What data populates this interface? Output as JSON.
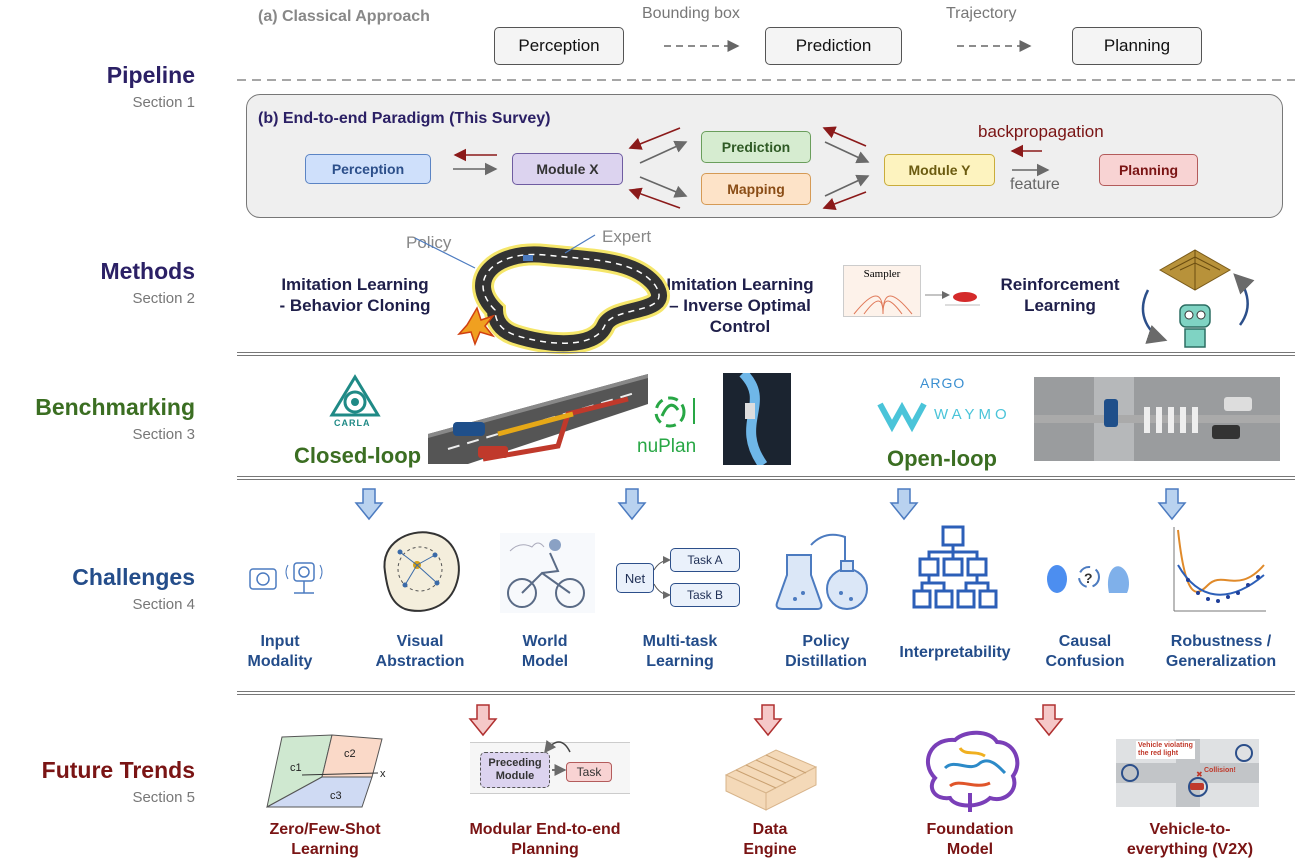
{
  "sections": [
    {
      "title": "Pipeline",
      "subtitle": "Section 1",
      "color": "#2b2065"
    },
    {
      "title": "Methods",
      "subtitle": "Section 2",
      "color": "#2b2065"
    },
    {
      "title": "Benchmarking",
      "subtitle": "Section 3",
      "color": "#3b6e22"
    },
    {
      "title": "Challenges",
      "subtitle": "Section 4",
      "color": "#244d8a"
    },
    {
      "title": "Future Trends",
      "subtitle": "Section 5",
      "color": "#7a1414"
    }
  ],
  "classical": {
    "title": "(a) Classical Approach",
    "boxes": [
      "Perception",
      "Prediction",
      "Planning"
    ],
    "arrow_labels": [
      "Bounding box",
      "Trajectory"
    ]
  },
  "e2e": {
    "title": "(b) End-to-end Paradigm (This Survey)",
    "boxes": {
      "perception": "Perception",
      "module_x": "Module X",
      "prediction": "Prediction",
      "mapping": "Mapping",
      "module_y": "Module Y",
      "planning": "Planning"
    },
    "backprop": "backpropagation",
    "feature": "feature"
  },
  "methods": {
    "policy": "Policy",
    "expert": "Expert",
    "bc": [
      "Imitation Learning",
      "- Behavior Cloning"
    ],
    "ioc": [
      "Imitation Learning",
      "– Inverse Optimal",
      "Control"
    ],
    "sampler": "Sampler",
    "rl": [
      "Reinforcement",
      "Learning"
    ]
  },
  "benchmarking": {
    "carla": "CARLA",
    "closed": "Closed-loop",
    "nuplan": "nuPlan",
    "argo": "ARGO",
    "waymo": "WAYMO",
    "open": "Open-loop"
  },
  "challenges": [
    [
      "Input",
      "Modality"
    ],
    [
      "Visual",
      "Abstraction"
    ],
    [
      "World",
      "Model"
    ],
    [
      "Multi-task",
      "Learning"
    ],
    [
      "Policy",
      "Distillation"
    ],
    [
      "Interpretability"
    ],
    [
      "Causal",
      "Confusion"
    ],
    [
      "Robustness /",
      "Generalization"
    ]
  ],
  "multitask": {
    "net": "Net",
    "task_a": "Task A",
    "task_b": "Task B"
  },
  "future": [
    [
      "Zero/Few-Shot",
      "Learning"
    ],
    [
      "Modular End-to-end",
      "Planning"
    ],
    [
      "Data",
      "Engine"
    ],
    [
      "Foundation",
      "Model"
    ],
    [
      "Vehicle-to-",
      "everything (V2X)"
    ]
  ],
  "modular": {
    "preceding": [
      "Preceding",
      "Module"
    ],
    "task": "Task"
  },
  "zeroshot": {
    "c1": "c1",
    "c2": "c2",
    "c3": "c3",
    "x": "x"
  },
  "v2x": {
    "violation": [
      "Vehicle violating",
      "the red light"
    ],
    "collision": "Collision!"
  },
  "colors": {
    "perception": "#cfe0fb",
    "module_x": "#dcd3ef",
    "prediction": "#d6ecd0",
    "mapping": "#fde3c8",
    "module_y": "#fdf3bf",
    "planning": "#f8d3d3",
    "chal_arrow": "#b9d2ef",
    "fut_arrow": "#f5c8c8"
  }
}
